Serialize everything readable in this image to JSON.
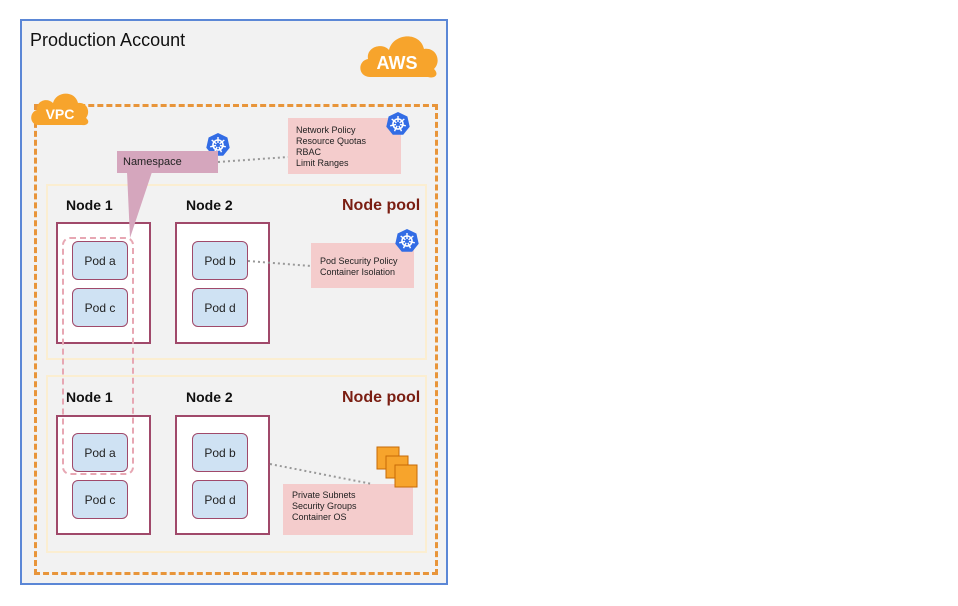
{
  "account": {
    "title": "Production Account",
    "badge": "AWS"
  },
  "vpc": {
    "badge": "VPC"
  },
  "namespace": {
    "label": "Namespace"
  },
  "policies": {
    "namespace_note": [
      "Network Policy",
      "Resource Quotas",
      "RBAC",
      "Limit Ranges"
    ],
    "pod_note": [
      "Pod Security Policy",
      "Container Isolation"
    ],
    "infra_note": [
      "Private Subnets",
      "Security Groups",
      "Container OS"
    ]
  },
  "node_pools": [
    {
      "title": "Node pool",
      "nodes": [
        {
          "title": "Node 1",
          "pods": [
            "Pod a",
            "Pod c"
          ]
        },
        {
          "title": "Node 2",
          "pods": [
            "Pod b",
            "Pod d"
          ]
        }
      ]
    },
    {
      "title": "Node pool",
      "nodes": [
        {
          "title": "Node 1",
          "pods": [
            "Pod a",
            "Pod c"
          ]
        },
        {
          "title": "Node 2",
          "pods": [
            "Pod b",
            "Pod d"
          ]
        }
      ]
    }
  ],
  "colors": {
    "aws_orange": "#f7a42c",
    "kubernetes_blue": "#326ce5",
    "account_border": "#5b87d6",
    "vpc_border": "#e8953a",
    "node_border": "#a0496a",
    "pod_fill": "#cfe2f3",
    "note_fill": "#f4cccc",
    "namespace_fill": "#d5a6bd"
  }
}
